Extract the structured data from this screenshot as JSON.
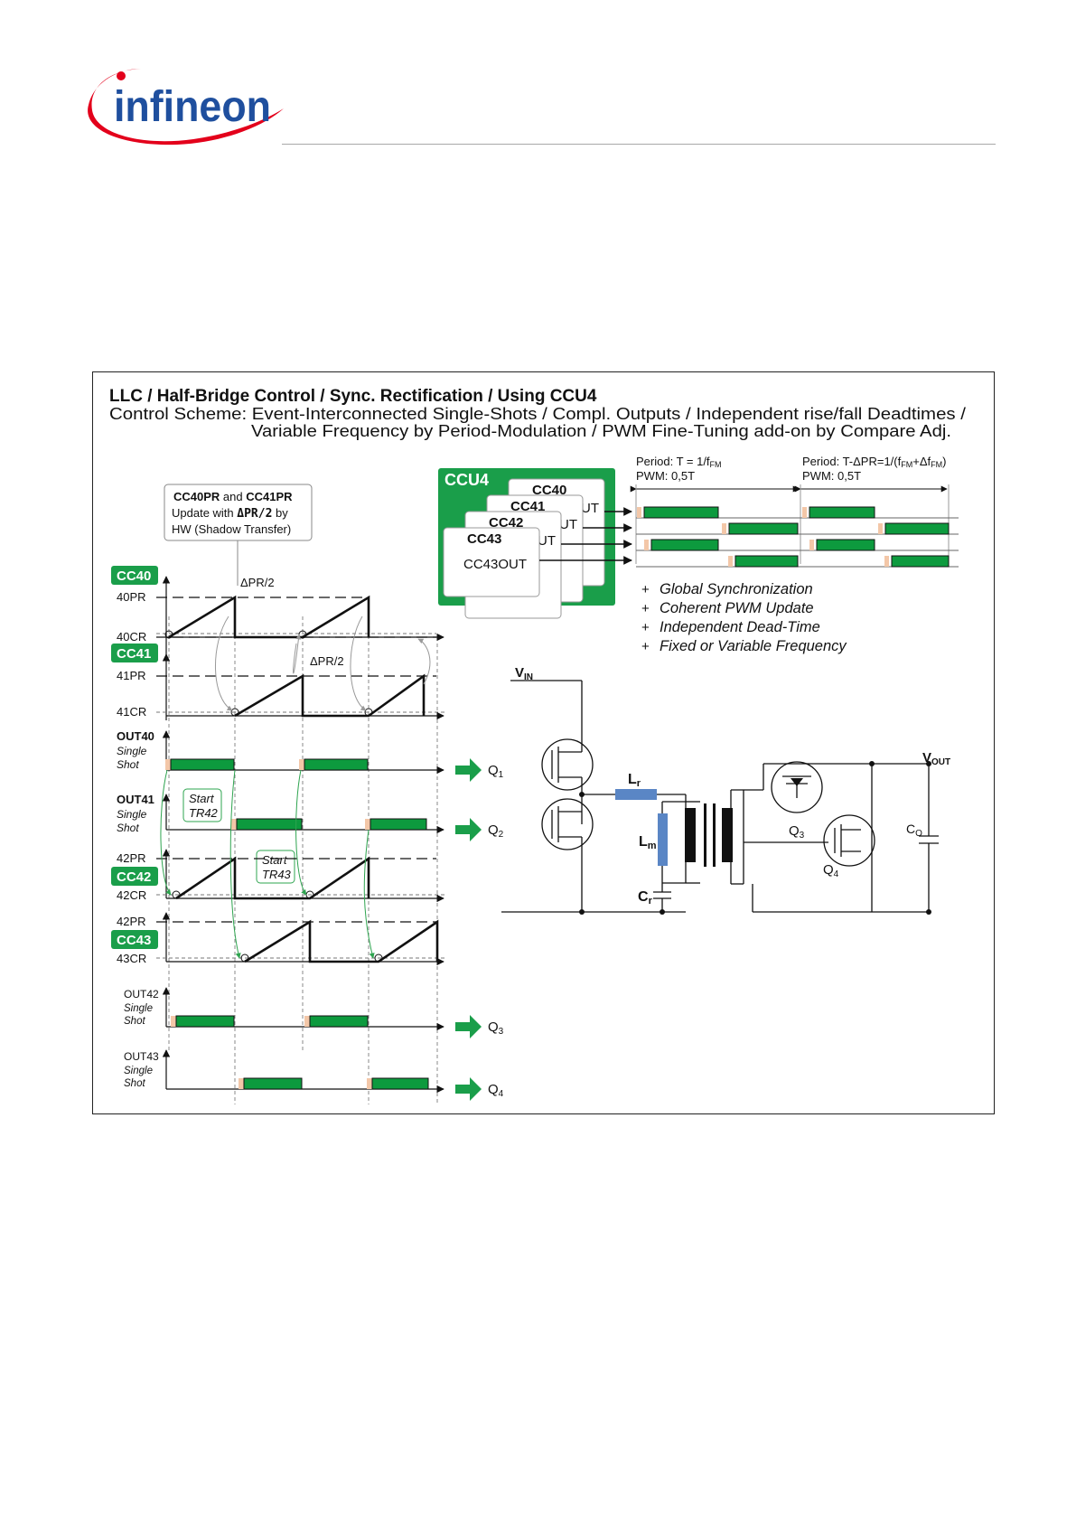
{
  "brand": {
    "name": "infineon",
    "primary_color": "#1f4f9e",
    "swoosh_color": "#e3001b"
  },
  "figure": {
    "title": "LLC / Half-Bridge Control / Sync. Rectification / Using CCU4",
    "subtitle_line1": "Control Scheme: Event-Interconnected Single-Shots / Compl. Outputs / Independent rise/fall Deadtimes /",
    "subtitle_line2": "Variable Frequency by Period-Modulation / PWM Fine-Tuning add-on by Compare Adj.",
    "note_box": {
      "line1_a": "CC40PR",
      "line1_b": " and ",
      "line1_c": "CC41PR",
      "line2_a": "Update with ",
      "line2_b": "ΔPR/2",
      "line2_c": " by",
      "line3": "HW (Shadow Transfer)"
    },
    "delta_label": "ΔPR/2",
    "delta_label2": "ΔPR/2",
    "ccu4": {
      "name": "CCU4",
      "slices": [
        "CC40",
        "CC41",
        "CC42",
        "CC43"
      ],
      "out_partial": "UT",
      "out_full": "CC43OUT",
      "green": "#1a9e4a"
    },
    "period": {
      "left_a": "Period: T = 1/f",
      "left_sub": "FM",
      "left_pwm": "PWM:   0,5T",
      "right_a": "Period: T-ΔPR=1/(f",
      "right_sub1": "FM",
      "right_b": "+Δf",
      "right_sub2": "FM",
      "right_c": ")",
      "right_pwm": "PWM:   0,5T"
    },
    "features": [
      "Global Synchronization",
      "Coherent PWM Update",
      "Independent Dead-Time",
      "Fixed or Variable Frequency"
    ],
    "timing": {
      "cc40_badge": "CC40",
      "cc40_pr": "40PR",
      "cc40_cr": "40CR",
      "cc41_badge": "CC41",
      "cc41_pr": "41PR",
      "cc41_cr": "41CR",
      "out40": "OUT40",
      "out41": "OUT41",
      "single": "Single",
      "shot": "Shot",
      "start_tr42_a": "Start",
      "start_tr42_b": "TR42",
      "start_tr43_a": "Start",
      "start_tr43_b": "TR43",
      "cc42_pr": "42PR",
      "cc42_badge": "CC42",
      "cc42_cr": "42CR",
      "cc43_pr": "42PR",
      "cc43_badge": "CC43",
      "cc43_cr": "43CR",
      "out42": "OUT42",
      "out43": "OUT43"
    },
    "circuit": {
      "vin": "V",
      "vin_sub": "IN",
      "vout": "V",
      "vout_sub": "OUT",
      "lr": "L",
      "lr_sub": "r",
      "lm": "L",
      "lm_sub": "m",
      "cr": "C",
      "cr_sub": "r",
      "co": "C",
      "co_sub": "O",
      "q1": "Q",
      "q1_sub": "1",
      "q2": "Q",
      "q2_sub": "2",
      "q3": "Q",
      "q3_sub": "3",
      "q4": "Q",
      "q4_sub": "4"
    }
  }
}
